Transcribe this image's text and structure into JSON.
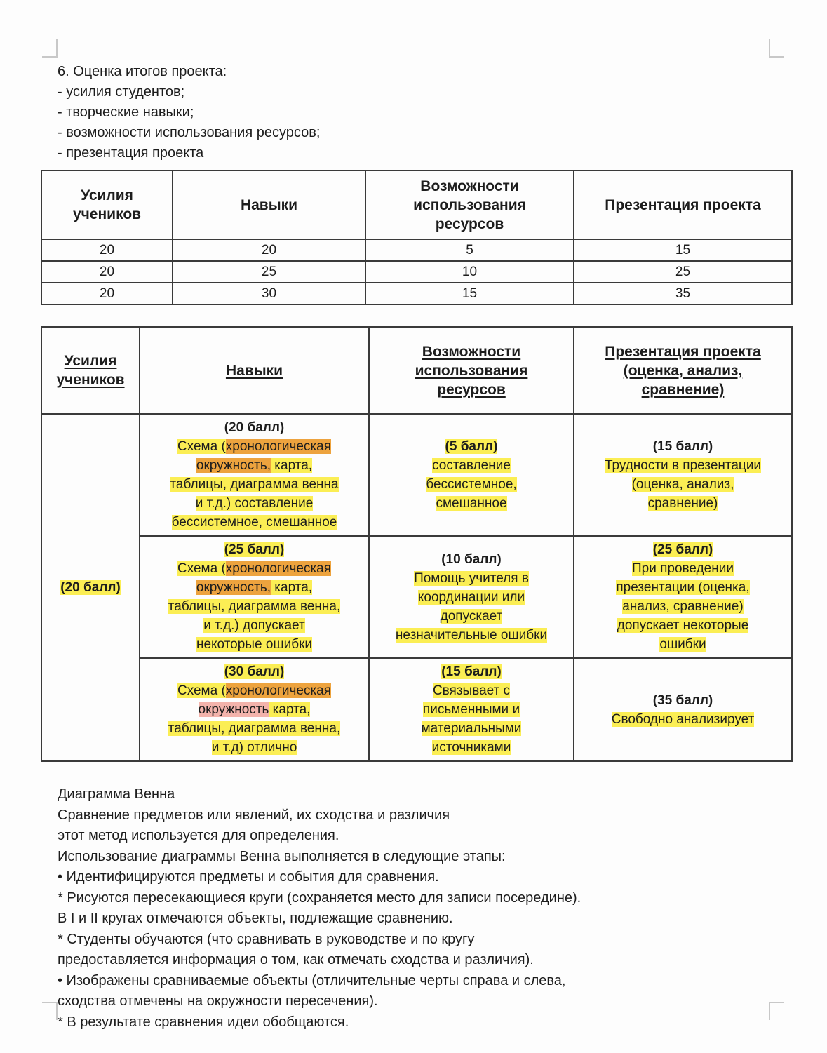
{
  "colors": {
    "hl-yellow": "#fbee54",
    "hl-orange": "#eda33e",
    "hl-pink": "#f3b3ab",
    "border": "#3a3a3a",
    "mark-gray": "#c8c8c8",
    "text": "#1d1d1d",
    "page-bg": "#fdfdfd"
  },
  "intro": {
    "heading": "6. Оценка итогов проекта:",
    "items": [
      "- усилия студентов;",
      "- творческие навыки;",
      "- возможности использования ресурсов;",
      "- презентация проекта"
    ]
  },
  "table1": {
    "headers": [
      "Усилия\nучеников",
      "Навыки",
      "Возможности\nиспользования\nресурсов",
      "Презентация проекта"
    ],
    "rows": [
      [
        "20",
        "20",
        "5",
        "15"
      ],
      [
        "20",
        "25",
        "10",
        "25"
      ],
      [
        "20",
        "30",
        "15",
        "35"
      ]
    ]
  },
  "table2": {
    "headers": [
      "Усилия\nучеников",
      "Навыки",
      "Возможности\nиспользования\nресурсов",
      "Презентация проекта\n(оценка, анализ,\nсравнение)"
    ],
    "effort": [
      [
        {
          "t": "(20 балл)",
          "h": "y",
          "b": 1
        }
      ]
    ],
    "rows": [
      {
        "skills": [
          [
            {
              "t": "(20 балл)",
              "b": 1
            }
          ],
          [
            {
              "t": "Схема (",
              "h": "y"
            },
            {
              "t": "хронологическая",
              "h": "o"
            }
          ],
          [
            {
              "t": "окружность,",
              "h": "o"
            },
            {
              "t": " карта,",
              "h": "y"
            }
          ],
          [
            {
              "t": "таблицы, диаграмма венна",
              "h": "y"
            }
          ],
          [
            {
              "t": "и т.д.) составление",
              "h": "y"
            }
          ],
          [
            {
              "t": "бессистемное, смешанное",
              "h": "y"
            }
          ]
        ],
        "resources": [
          [
            {
              "t": "(5 балл)",
              "h": "y",
              "b": 1
            }
          ],
          [
            {
              "t": "составление",
              "h": "y"
            }
          ],
          [
            {
              "t": "бессистемное,",
              "h": "y"
            }
          ],
          [
            {
              "t": "смешанное",
              "h": "y"
            }
          ]
        ],
        "presentation": [
          [
            {
              "t": "(15 балл)",
              "b": 1
            }
          ],
          [
            {
              "t": "Трудности в презентации",
              "h": "y"
            }
          ],
          [
            {
              "t": "(оценка, анализ,",
              "h": "y"
            }
          ],
          [
            {
              "t": "сравнение)",
              "h": "y"
            }
          ]
        ]
      },
      {
        "skills": [
          [
            {
              "t": "(25 балл)",
              "h": "y",
              "b": 1
            }
          ],
          [
            {
              "t": "Схема (",
              "h": "y"
            },
            {
              "t": "хронологическая",
              "h": "o"
            }
          ],
          [
            {
              "t": "окружность,",
              "h": "o"
            },
            {
              "t": " карта,",
              "h": "y"
            }
          ],
          [
            {
              "t": "таблицы, диаграмма венна,",
              "h": "y"
            }
          ],
          [
            {
              "t": "и т.д.) допускает",
              "h": "y"
            }
          ],
          [
            {
              "t": "некоторые ошибки",
              "h": "y"
            }
          ]
        ],
        "resources": [
          [
            {
              "t": "(10 балл)",
              "b": 1
            }
          ],
          [
            {
              "t": "Помощь учителя в",
              "h": "y"
            }
          ],
          [
            {
              "t": "координации или",
              "h": "y"
            }
          ],
          [
            {
              "t": "допускает",
              "h": "y"
            }
          ],
          [
            {
              "t": "незначительные ошибки",
              "h": "y"
            }
          ]
        ],
        "presentation": [
          [
            {
              "t": "(25 балл)",
              "h": "y",
              "b": 1
            }
          ],
          [
            {
              "t": "При проведении",
              "h": "y"
            }
          ],
          [
            {
              "t": "презентации (оценка,",
              "h": "y"
            }
          ],
          [
            {
              "t": "анализ, сравнение)",
              "h": "y"
            }
          ],
          [
            {
              "t": "допускает некоторые",
              "h": "y"
            }
          ],
          [
            {
              "t": "ошибки",
              "h": "y"
            }
          ]
        ]
      },
      {
        "skills": [
          [
            {
              "t": "(30 балл)",
              "h": "y",
              "b": 1
            }
          ],
          [
            {
              "t": "Схема (",
              "h": "y"
            },
            {
              "t": "хронологическая",
              "h": "o"
            }
          ],
          [
            {
              "t": "окружность",
              "h": "p"
            },
            {
              "t": " карта,",
              "h": "y"
            }
          ],
          [
            {
              "t": "таблицы, диаграмма венна,",
              "h": "y"
            }
          ],
          [
            {
              "t": "и т.д) отлично",
              "h": "y"
            }
          ]
        ],
        "resources": [
          [
            {
              "t": "(15 балл)",
              "h": "y",
              "b": 1
            }
          ],
          [
            {
              "t": "Связывает с",
              "h": "y"
            }
          ],
          [
            {
              "t": "письменными и",
              "h": "y"
            }
          ],
          [
            {
              "t": "материальными",
              "h": "y"
            }
          ],
          [
            {
              "t": "источниками",
              "h": "y"
            }
          ]
        ],
        "presentation": [
          [
            {
              "t": "(35 балл)",
              "b": 1
            }
          ],
          [
            {
              "t": "Свободно анализирует",
              "h": "y"
            }
          ]
        ]
      }
    ]
  },
  "venn": {
    "lines": [
      "Диаграмма Венна",
      "Сравнение предметов или явлений, их сходства и различия",
      "этот метод используется для определения.",
      "Использование диаграммы Венна выполняется в следующие этапы:",
      "• Идентифицируются предметы и события для сравнения.",
      "* Рисуются пересекающиеся круги (сохраняется место для записи посередине).",
      "В I и II кругах отмечаются объекты, подлежащие сравнению.",
      "* Студенты обучаются (что сравнивать в руководстве и по кругу",
      "предоставляется информация о том, как отмечать сходства и различия).",
      "• Изображены сравниваемые объекты (отличительные черты справа и слева,",
      "сходства отмечены на окружности пересечения).",
      "* В результате сравнения идеи обобщаются."
    ]
  }
}
